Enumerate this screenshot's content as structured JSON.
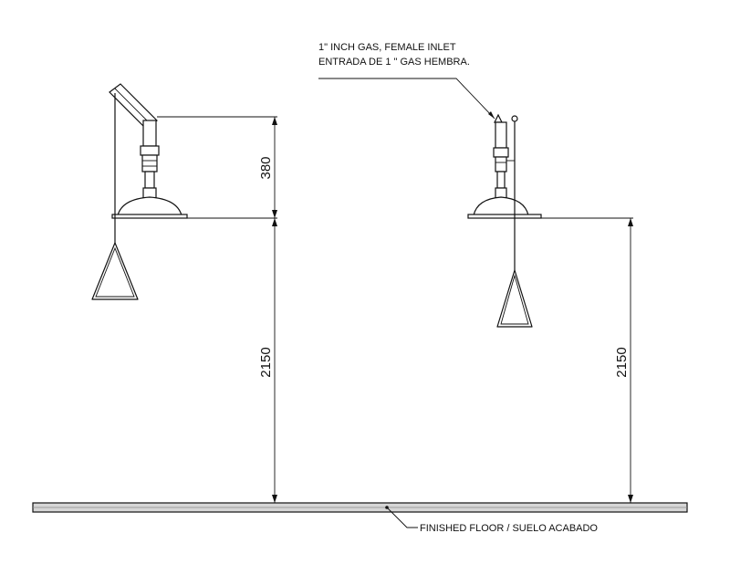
{
  "callout": {
    "line1": "1\" INCH GAS, FEMALE INLET",
    "line2": "ENTRADA DE 1 \" GAS HEMBRA."
  },
  "floor_label": "FINISHED FLOOR / SUELO ACABADO",
  "left_view": {
    "dim_pipe": "380",
    "dim_height": "2150"
  },
  "right_view": {
    "dim_height": "2150"
  }
}
